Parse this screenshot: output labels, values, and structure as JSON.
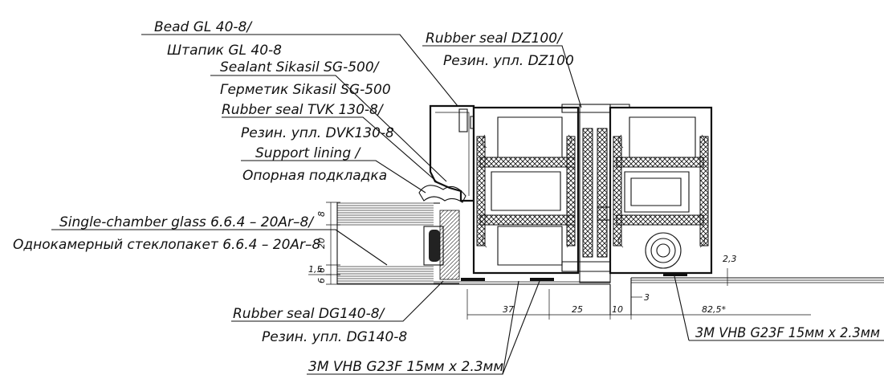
{
  "labels": {
    "bead_en": "Bead GL 40-8/",
    "bead_ru": "Штапик GL 40-8",
    "sealant_en": "Sealant Sikasil SG-500/",
    "sealant_ru": "Герметик Sikasil SG-500",
    "tvk_en": "Rubber seal TVK 130-8/",
    "tvk_ru": "Резин. упл. DVK130-8",
    "support_en": "Support lining /",
    "support_ru": "Опорная подкладка",
    "dz_en": "Rubber seal DZ100/",
    "dz_ru": "Резин. упл. DZ100",
    "glass_en": "Single-chamber glass 6.6.4 – 20Ar–8/",
    "glass_ru": "Однокамерный стеклопакет 6.6.4 – 20Ar–8",
    "dg_en": "Rubber seal DG140-8/",
    "dg_ru": "Резин. упл. DG140-8",
    "vhb_bottom": "3M VHB G23F 15мм x 2.3мм",
    "vhb_right": "3M VHB G23F 15мм x 2.3мм"
  },
  "dimensions": {
    "d8": "8",
    "d20": "20",
    "d6a": "6",
    "d6b": "6",
    "d1_5": "1,5",
    "d37": "37",
    "d25": "25",
    "d10": "10",
    "d3": "3",
    "d82_5": "82,5*",
    "d2_3": "2,3"
  }
}
